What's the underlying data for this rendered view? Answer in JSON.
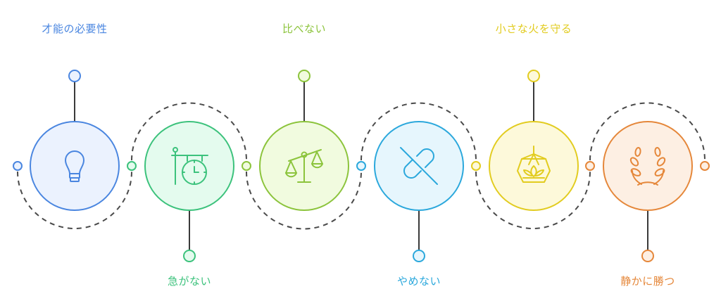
{
  "diagram": {
    "steps": [
      {
        "id": "talent",
        "label": "才能の必要性",
        "icon": "lightbulb-icon",
        "position": "top",
        "stroke": "#4a86e0",
        "fill": "#ebf2fe",
        "text_color": "#4a86e0"
      },
      {
        "id": "no-rush",
        "label": "急がない",
        "icon": "hanging-clock-icon",
        "position": "bottom",
        "stroke": "#3cc27c",
        "fill": "#e4fbee",
        "text_color": "#3cc27c"
      },
      {
        "id": "no-compare",
        "label": "比べない",
        "icon": "balance-scale-icon",
        "position": "top",
        "stroke": "#8cc43c",
        "fill": "#f1fbdf",
        "text_color": "#8cc43c"
      },
      {
        "id": "no-quit",
        "label": "やめない",
        "icon": "pill-slash-icon",
        "position": "bottom",
        "stroke": "#2ba8dc",
        "fill": "#e6f6fd",
        "text_color": "#2ba8dc"
      },
      {
        "id": "small-fire",
        "label": "小さな火を守る",
        "icon": "lantern-lotus-icon",
        "position": "top",
        "stroke": "#e2cc20",
        "fill": "#fdf9da",
        "text_color": "#e2cc20"
      },
      {
        "id": "quiet-win",
        "label": "静かに勝つ",
        "icon": "laurel-wreath-icon",
        "position": "bottom",
        "stroke": "#e5873a",
        "fill": "#fdefe3",
        "text_color": "#e5873a"
      }
    ],
    "connector_color": "#4a4a4a",
    "pin_line_color": "#3a3a3a"
  }
}
